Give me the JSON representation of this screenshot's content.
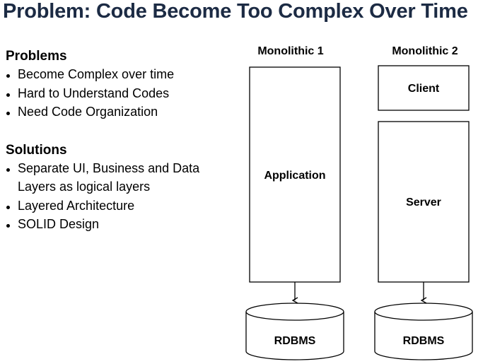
{
  "title": "Problem: Code Become Too Complex Over Time",
  "problems": {
    "heading": "Problems",
    "items": [
      "Become Complex over time",
      "Hard to Understand Codes",
      "Need Code Organization"
    ]
  },
  "solutions": {
    "heading": "Solutions",
    "items": [
      "Separate UI, Business and Data",
      "Layers as logical layers",
      "Layered Architecture",
      "SOLID Design"
    ]
  },
  "diagram": {
    "monolithic1": {
      "heading": "Monolithic 1",
      "app_label": "Application",
      "db_label": "RDBMS"
    },
    "monolithic2": {
      "heading": "Monolithic 2",
      "client_label": "Client",
      "server_label": "Server",
      "db_label": "RDBMS"
    }
  }
}
